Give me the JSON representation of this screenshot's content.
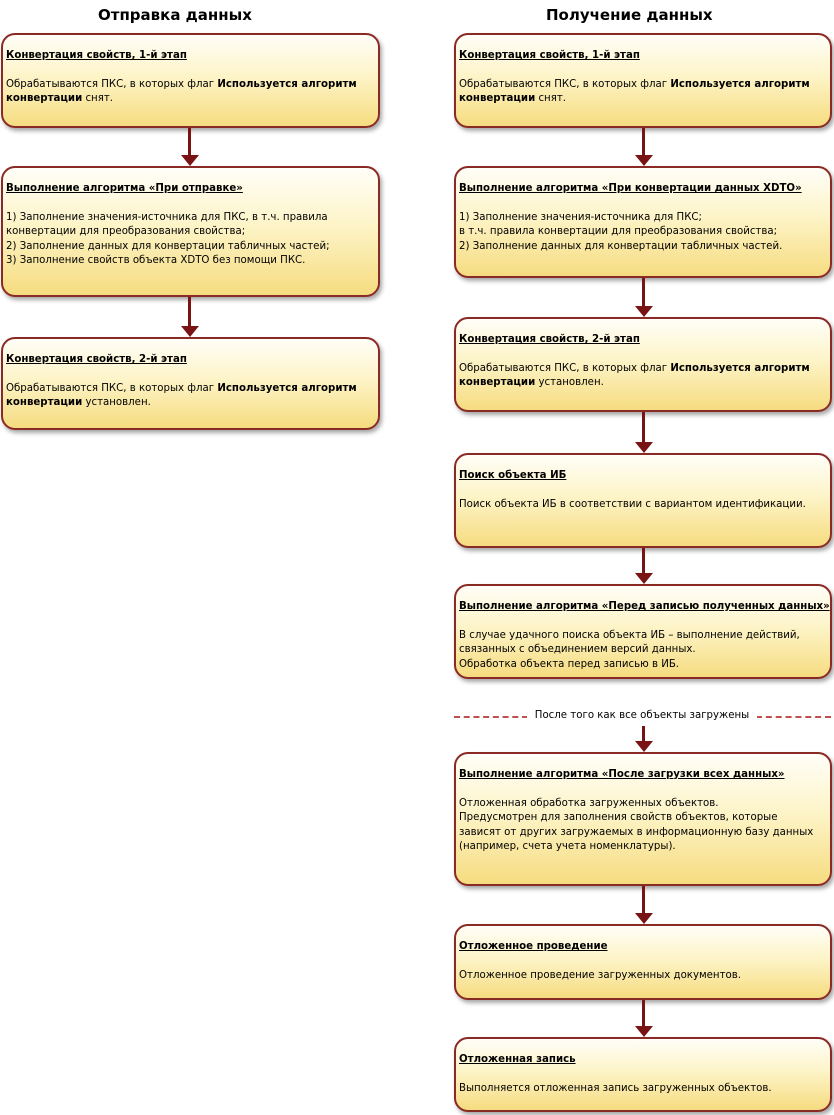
{
  "columns": {
    "send_title": "Отправка данных",
    "receive_title": "Получение данных"
  },
  "send": {
    "step1": {
      "title": "Конвертация свойств, 1-й этап",
      "line1_pre": "Обрабатываются ПКС, в которых флаг ",
      "line1_bold": "Используется алгоритм",
      "line2_bold": "конвертации",
      "line2_post": " снят."
    },
    "step2": {
      "title": "Выполнение алгоритма «При отправке»",
      "lines": [
        "1) Заполнение значения-источника для ПКС, в т.ч. правила",
        "конвертации для преобразования свойства;",
        "2) Заполнение данных для конвертации табличных частей;",
        "3) Заполнение свойств объекта XDTO без помощи ПКС."
      ]
    },
    "step3": {
      "title": "Конвертация свойств, 2-й этап",
      "line1_pre": "Обрабатываются ПКС, в которых флаг ",
      "line1_bold": "Используется алгоритм",
      "line2_bold": "конвертации",
      "line2_post": " установлен."
    }
  },
  "receive": {
    "step1": {
      "title": "Конвертация свойств, 1-й этап",
      "line1_pre": "Обрабатываются ПКС, в которых флаг ",
      "line1_bold": "Используется алгоритм",
      "line2_bold": "конвертации",
      "line2_post": " снят."
    },
    "step2": {
      "title": "Выполнение алгоритма «При конвертации данных XDTO»",
      "lines": [
        "1) Заполнение значения-источника для ПКС;",
        "в т.ч. правила конвертации для преобразования свойства;",
        "2) Заполнение данных для конвертации табличных частей."
      ]
    },
    "step3": {
      "title": "Конвертация свойств, 2-й этап",
      "line1_pre": "Обрабатываются ПКС, в которых флаг ",
      "line1_bold": "Используется алгоритм",
      "line2_bold": "конвертации",
      "line2_post": " установлен."
    },
    "step4": {
      "title": "Поиск объекта ИБ",
      "lines": [
        "Поиск объекта ИБ в соответствии с вариантом идентификации."
      ]
    },
    "step5": {
      "title": "Выполнение алгоритма «Перед записью полученных данных»",
      "lines": [
        "В случае удачного поиска объекта ИБ – выполнение действий,",
        "связанных с объединением версий данных.",
        "Обработка объекта перед записью в ИБ."
      ]
    },
    "separator_label": "После того как все объекты загружены",
    "step6": {
      "title": "Выполнение алгоритма «После загрузки всех данных»",
      "lines": [
        "Отложенная обработка загруженных объектов.",
        "Предусмотрен для заполнения свойств объектов, которые",
        "зависят от других загружаемых в информационную базу данных",
        "(например, счета учета номенклатуры)."
      ]
    },
    "step7": {
      "title": "Отложенное проведение",
      "lines": [
        "Отложенное проведение загруженных документов."
      ]
    },
    "step8": {
      "title": "Отложенная запись",
      "lines": [
        "Выполняется отложенная запись загруженных объектов."
      ]
    }
  },
  "colors": {
    "border": "#8a2a24",
    "arrow": "#7a1414",
    "separator": "#c0504d",
    "box_fill_top": "#fffef8",
    "box_fill_bottom": "#f6dc80"
  }
}
